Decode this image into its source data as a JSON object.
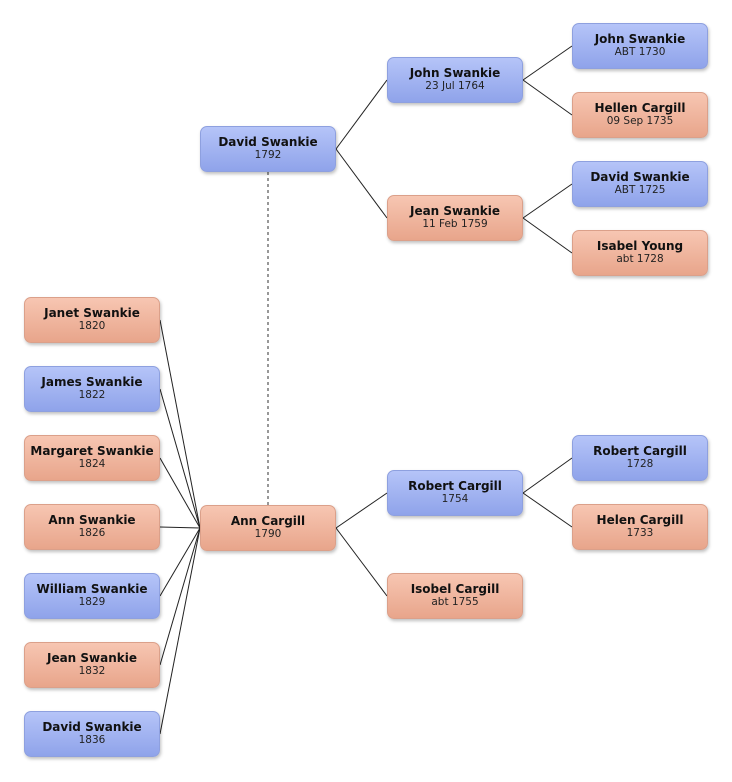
{
  "people": {
    "david_swankie_1792": {
      "name": "David Swankie",
      "date": "1792",
      "sex": "male"
    },
    "john_swankie_1764": {
      "name": "John Swankie",
      "date": "23 Jul 1764",
      "sex": "male"
    },
    "jean_swankie_1759": {
      "name": "Jean Swankie",
      "date": "11 Feb 1759",
      "sex": "female"
    },
    "john_swankie_1730": {
      "name": "John Swankie",
      "date": "ABT 1730",
      "sex": "male"
    },
    "hellen_cargill_1735": {
      "name": "Hellen Cargill",
      "date": "09 Sep 1735",
      "sex": "female"
    },
    "david_swankie_1725": {
      "name": "David Swankie",
      "date": "ABT 1725",
      "sex": "male"
    },
    "isabel_young_1728": {
      "name": "Isabel Young",
      "date": "abt 1728",
      "sex": "female"
    },
    "ann_cargill_1790": {
      "name": "Ann Cargill",
      "date": "1790",
      "sex": "female"
    },
    "robert_cargill_1754": {
      "name": "Robert Cargill",
      "date": "1754",
      "sex": "male"
    },
    "isobel_cargill_1755": {
      "name": "Isobel Cargill",
      "date": "abt 1755",
      "sex": "female"
    },
    "robert_cargill_1728": {
      "name": "Robert Cargill",
      "date": "1728",
      "sex": "male"
    },
    "helen_cargill_1733": {
      "name": "Helen Cargill",
      "date": "1733",
      "sex": "female"
    },
    "janet_swankie_1820": {
      "name": "Janet Swankie",
      "date": "1820",
      "sex": "female"
    },
    "james_swankie_1822": {
      "name": "James Swankie",
      "date": "1822",
      "sex": "male"
    },
    "margaret_swankie_1824": {
      "name": "Margaret Swankie",
      "date": "1824",
      "sex": "female"
    },
    "ann_swankie_1826": {
      "name": "Ann Swankie",
      "date": "1826",
      "sex": "female"
    },
    "william_swankie_1829": {
      "name": "William Swankie",
      "date": "1829",
      "sex": "male"
    },
    "jean_swankie_1832": {
      "name": "Jean Swankie",
      "date": "1832",
      "sex": "female"
    },
    "david_swankie_1836": {
      "name": "David Swankie",
      "date": "1836",
      "sex": "male"
    }
  },
  "colors": {
    "male_box": "#9fb1f0",
    "female_box": "#efb39c",
    "line": "#222222",
    "spouse_line": "#777777"
  }
}
